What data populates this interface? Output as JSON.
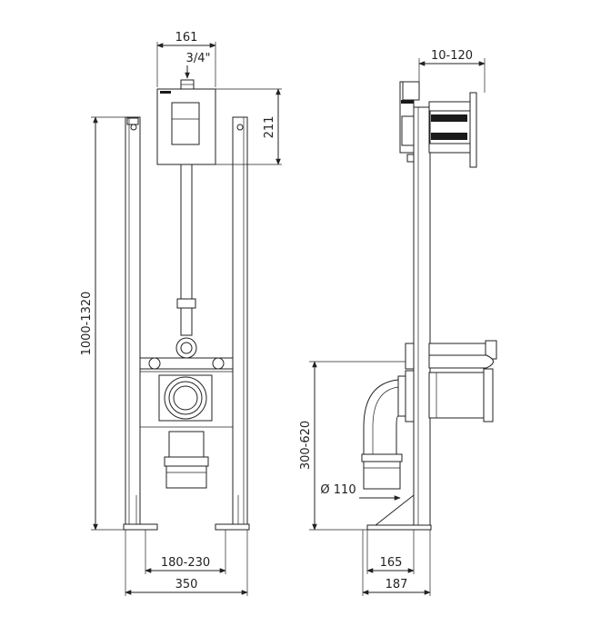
{
  "dimensions": {
    "top_width": "161",
    "connection": "3/4\"",
    "tank_height": "211",
    "frame_height": "1000-1320",
    "drain_spacing": "180-230",
    "frame_width": "350",
    "wall_gap": "10-120",
    "drain_height": "300-620",
    "drain_diameter": "Ø 110",
    "depth_inner": "165",
    "depth_outer": "187"
  }
}
